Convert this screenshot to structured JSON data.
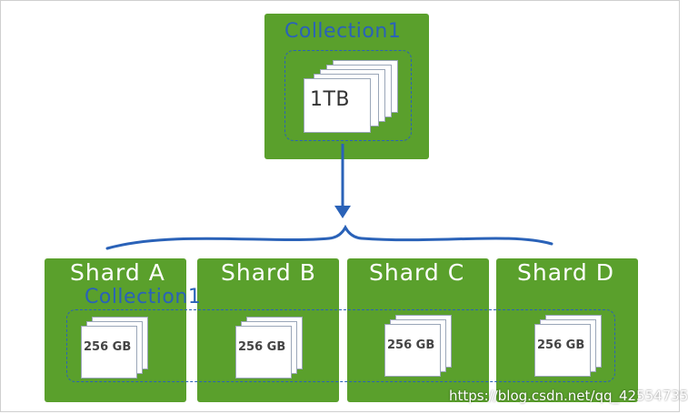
{
  "diagram": {
    "top": {
      "collection_label": "Collection1",
      "size_label": "1TB"
    },
    "bottom": {
      "collection_label": "Collection1",
      "shards": [
        {
          "name": "Shard A",
          "size": "256 GB"
        },
        {
          "name": "Shard B",
          "size": "256 GB"
        },
        {
          "name": "Shard C",
          "size": "256 GB"
        },
        {
          "name": "Shard D",
          "size": "256 GB"
        }
      ]
    },
    "colors": {
      "box_green": "#5aa02c",
      "accent_blue": "#2a62b8",
      "sheet_white": "#ffffff"
    }
  },
  "watermark": "https://blog.csdn.net/qq_42554735"
}
